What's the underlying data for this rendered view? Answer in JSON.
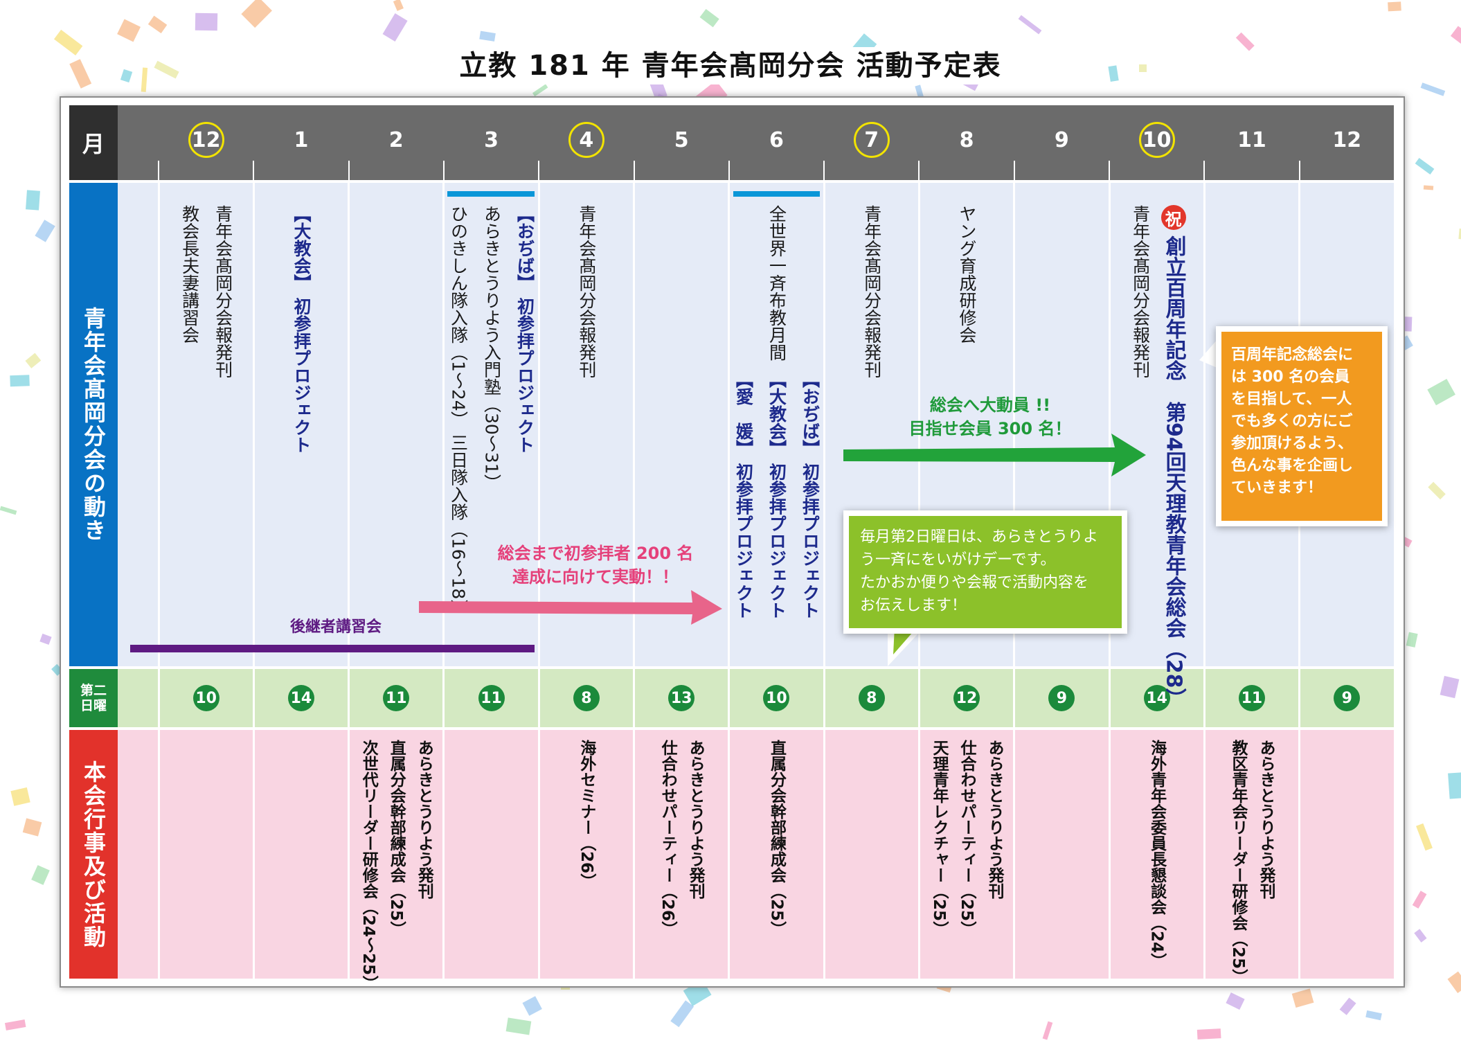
{
  "title": "立教 181 年 青年会髙岡分会 活動予定表",
  "header": {
    "month_label": "月",
    "months": [
      {
        "label": "12",
        "circled": true
      },
      {
        "label": "1",
        "circled": false
      },
      {
        "label": "2",
        "circled": false
      },
      {
        "label": "3",
        "circled": false
      },
      {
        "label": "4",
        "circled": true
      },
      {
        "label": "5",
        "circled": false
      },
      {
        "label": "6",
        "circled": false
      },
      {
        "label": "7",
        "circled": true
      },
      {
        "label": "8",
        "circled": false
      },
      {
        "label": "9",
        "circled": false
      },
      {
        "label": "10",
        "circled": true
      },
      {
        "label": "11",
        "circled": false
      },
      {
        "label": "12",
        "circled": false
      }
    ]
  },
  "row_labels": {
    "activities": "青年会髙岡分会の動き",
    "second_sunday": [
      "第二",
      "日曜"
    ],
    "events": "本会行事及び活動"
  },
  "activities": [
    {
      "month_index": 0,
      "blocks": [
        [
          {
            "text": "青年会髙岡分会報発刊"
          },
          {
            "text": "教会長夫妻講習会"
          }
        ]
      ]
    },
    {
      "month_index": 1,
      "blocks": [
        [
          {
            "text": "【大教会】 初参拝プロジェクト",
            "style": "bold"
          }
        ]
      ]
    },
    {
      "month_index": 3,
      "blocks": [
        [
          {
            "text": "【おぢば】 初参拝プロジェクト",
            "style": "bold"
          },
          {
            "text": "あらきとうりよう入門塾（30～31）"
          },
          {
            "text": "ひのきしん隊入隊（1～24） 三日隊入隊（16～18）"
          }
        ]
      ]
    },
    {
      "month_index": 4,
      "blocks": [
        [
          {
            "text": "青年会髙岡分会報発刊"
          }
        ]
      ]
    },
    {
      "month_index": 6,
      "blocks": [
        [
          {
            "text": "全世界一斉布教月間"
          }
        ],
        [
          {
            "text": "【おぢば】 初参拝プロジェクト",
            "style": "bold"
          },
          {
            "text": "【大教会】 初参拝プロジェクト",
            "style": "bold"
          },
          {
            "text": "【愛　媛】 初参拝プロジェクト",
            "style": "bold"
          }
        ]
      ]
    },
    {
      "month_index": 7,
      "blocks": [
        [
          {
            "text": "青年会髙岡分会報発刊"
          }
        ]
      ]
    },
    {
      "month_index": 8,
      "blocks": [
        [
          {
            "text": "ヤング育成研修会"
          }
        ]
      ]
    },
    {
      "month_index": 10,
      "blocks": [
        [
          {
            "text": "創立百周年記念　第94回天理教青年会総会（28）",
            "style": "big",
            "badge": "祝"
          },
          {
            "text": "青年会髙岡分会報発刊"
          }
        ]
      ]
    }
  ],
  "second_sunday": [
    "10",
    "14",
    "11",
    "11",
    "8",
    "13",
    "10",
    "8",
    "12",
    "9",
    "14",
    "11",
    "9"
  ],
  "events": [
    {
      "month_index": 2,
      "blocks": [
        [
          {
            "text": "あらきとうりよう発刊"
          },
          {
            "text": "直属分会幹部練成会（25）"
          },
          {
            "text": "次世代リーダー研修会（24～25）"
          }
        ]
      ]
    },
    {
      "month_index": 4,
      "blocks": [
        [
          {
            "text": "海外セミナー（26）"
          }
        ]
      ]
    },
    {
      "month_index": 5,
      "blocks": [
        [
          {
            "text": "あらきとうりよう発刊"
          },
          {
            "text": "仕合わせパーティー（26）"
          }
        ]
      ]
    },
    {
      "month_index": 6,
      "blocks": [
        [
          {
            "text": "直属分会幹部練成会（25）"
          }
        ]
      ]
    },
    {
      "month_index": 8,
      "blocks": [
        [
          {
            "text": "あらきとうりよう発刊"
          },
          {
            "text": "仕合わせパーティー（25）"
          },
          {
            "text": "天理青年レクチャー（25）"
          }
        ]
      ]
    },
    {
      "month_index": 10,
      "blocks": [
        [
          {
            "text": "海外青年会委員長懇談会（24）"
          }
        ]
      ]
    },
    {
      "month_index": 11,
      "blocks": [
        [
          {
            "text": "あらきとうりよう発刊"
          },
          {
            "text": "教区青年会リーダー研修会（25）"
          }
        ]
      ]
    }
  ],
  "annotations": {
    "pink_arrow": [
      "総会まで初参拝者 200 名",
      "達成に向けて実動！！"
    ],
    "green_arrow": [
      "総会へ大動員 !!",
      "目指せ会員 300 名！"
    ],
    "purple_bar": "後継者講習会",
    "green_callout": [
      "毎月第2日曜日は、あらきとうりよ",
      "う一斉にをいがけデーです。",
      "たかおか便りや会報で活動内容を",
      "お伝えします！"
    ],
    "orange_callout": [
      "百周年記念総会に",
      "は 300 名の会員",
      "を目指して、一人",
      "でも多くの方にご",
      "参加頂けるよう、",
      "色んな事を企画し",
      "ていきます！"
    ]
  },
  "colors": {
    "header": "#6b6b6b",
    "activities_label": "#0872c4",
    "activities_bg": "#e5ebf7",
    "sunday_label": "#1f8b3c",
    "sunday_bg": "#d4e9c2",
    "events_label": "#e2322b",
    "events_bg": "#f9d5e2",
    "blue_bar": "#0a96d8",
    "green_arrow": "#22a33a",
    "pink_arrow": "#e8648a",
    "purple_bar": "#5e1a82",
    "green_callout": "#8cc12a",
    "orange_callout": "#f29a1f"
  }
}
